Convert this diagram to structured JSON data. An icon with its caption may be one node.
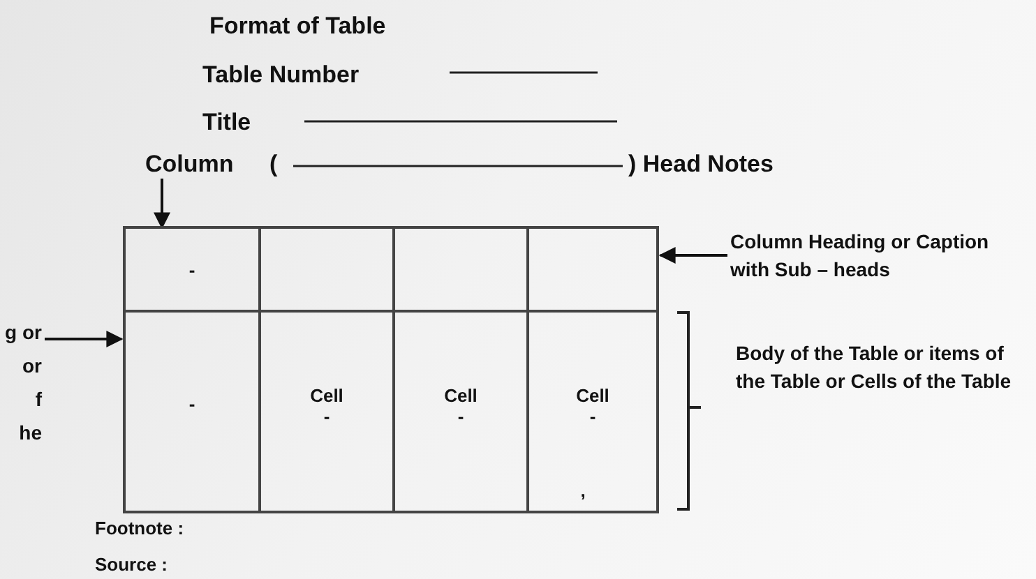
{
  "diagram": {
    "title": "Format of Table",
    "nodes": [
      {
        "text": [
          "Column"
        ]
      },
      {
        "text": [],
        "shape": "box"
      },
      {
        "text": [
          "-"
        ],
        "in": 1
      },
      {
        "text": [],
        "shape": "box",
        "in": 1
      },
      {
        "text": [],
        "shape": "box",
        "in": 1
      },
      {
        "text": [],
        "shape": "box",
        "in": 1
      },
      {
        "text": [
          "Column Heading or Caption with Sub – heads"
        ]
      },
      {
        "text": [
          "g or",
          "or",
          "f",
          "he"
        ]
      },
      {
        "text": [
          "-"
        ],
        "in": 1
      },
      {
        "text": [
          "Cell",
          "-"
        ],
        "in": 1
      },
      {
        "text": [
          "Cell",
          "-"
        ],
        "in": 1
      },
      {
        "text": [
          "Cell",
          "-",
          ","
        ],
        "in": 1
      }
    ],
    "edges": [
      {
        "from": 0,
        "to": 2,
        "arrow": "to"
      },
      {
        "from": 6,
        "to": 5,
        "arrow": "to"
      },
      {
        "from": 7,
        "to": 8,
        "arrow": "to"
      }
    ],
    "labels": [
      "Table Number",
      "Title",
      "(",
      ") Head Notes",
      "Body of the Table or items of the Table or Cells of the Table",
      "Footnote :",
      "Source :"
    ]
  }
}
